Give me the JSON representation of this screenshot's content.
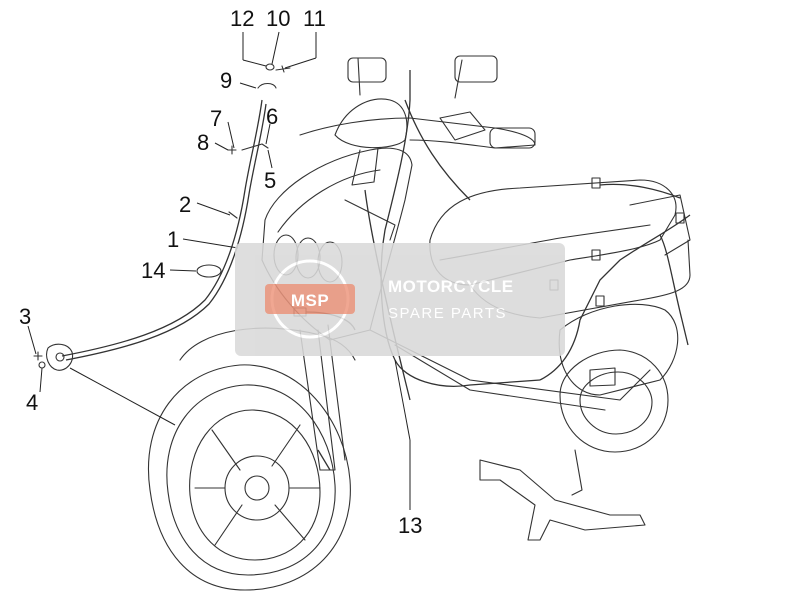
{
  "callouts": [
    {
      "id": "1",
      "text": "1"
    },
    {
      "id": "2",
      "text": "2"
    },
    {
      "id": "3",
      "text": "3"
    },
    {
      "id": "4",
      "text": "4"
    },
    {
      "id": "5",
      "text": "5"
    },
    {
      "id": "6",
      "text": "6"
    },
    {
      "id": "7",
      "text": "7"
    },
    {
      "id": "8",
      "text": "8"
    },
    {
      "id": "9",
      "text": "9"
    },
    {
      "id": "10",
      "text": "10"
    },
    {
      "id": "11",
      "text": "11"
    },
    {
      "id": "12",
      "text": "12"
    },
    {
      "id": "13",
      "text": "13"
    },
    {
      "id": "14",
      "text": "14"
    }
  ],
  "watermark": {
    "title": "MOTORCYCLE",
    "subtitle": "SPARE PARTS",
    "logo_text": "MSP",
    "color": "#d9d9d9",
    "accent": "#e87a5a"
  },
  "colors": {
    "line": "#333333",
    "background": "#ffffff"
  }
}
